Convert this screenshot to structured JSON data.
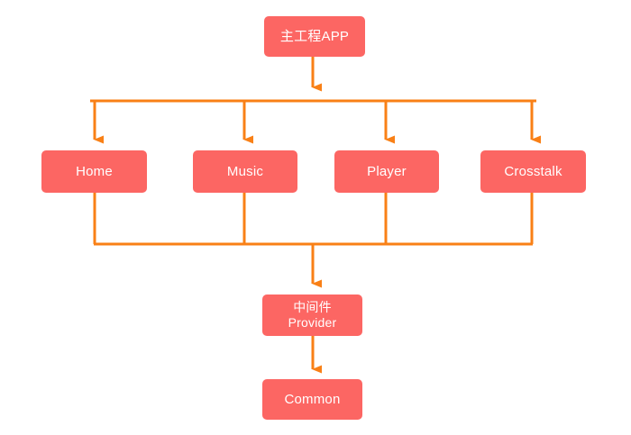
{
  "diagram": {
    "type": "flowchart",
    "title": "",
    "background_color": "#ffffff",
    "node_fill_color": "#fc6663",
    "node_text_color": "#ffffff",
    "edge_color": "#f98016",
    "nodes": [
      {
        "id": "root",
        "label": "主工程APP"
      },
      {
        "id": "home",
        "label": "Home"
      },
      {
        "id": "music",
        "label": "Music"
      },
      {
        "id": "player",
        "label": "Player"
      },
      {
        "id": "crosstalk",
        "label": "Crosstalk"
      },
      {
        "id": "provider",
        "label": "中间件\nProvider"
      },
      {
        "id": "common",
        "label": "Common"
      }
    ],
    "edges": [
      {
        "from": "root",
        "to": "bus-top",
        "arrow": true
      },
      {
        "from": "bus-top",
        "to": "home",
        "arrow": true
      },
      {
        "from": "bus-top",
        "to": "music",
        "arrow": true
      },
      {
        "from": "bus-top",
        "to": "player",
        "arrow": true
      },
      {
        "from": "bus-top",
        "to": "crosstalk",
        "arrow": true
      },
      {
        "from": "home",
        "to": "bus-bottom",
        "arrow": false
      },
      {
        "from": "music",
        "to": "bus-bottom",
        "arrow": false
      },
      {
        "from": "player",
        "to": "bus-bottom",
        "arrow": false
      },
      {
        "from": "crosstalk",
        "to": "bus-bottom",
        "arrow": false
      },
      {
        "from": "bus-bottom",
        "to": "provider",
        "arrow": true
      },
      {
        "from": "provider",
        "to": "common",
        "arrow": true
      }
    ]
  }
}
